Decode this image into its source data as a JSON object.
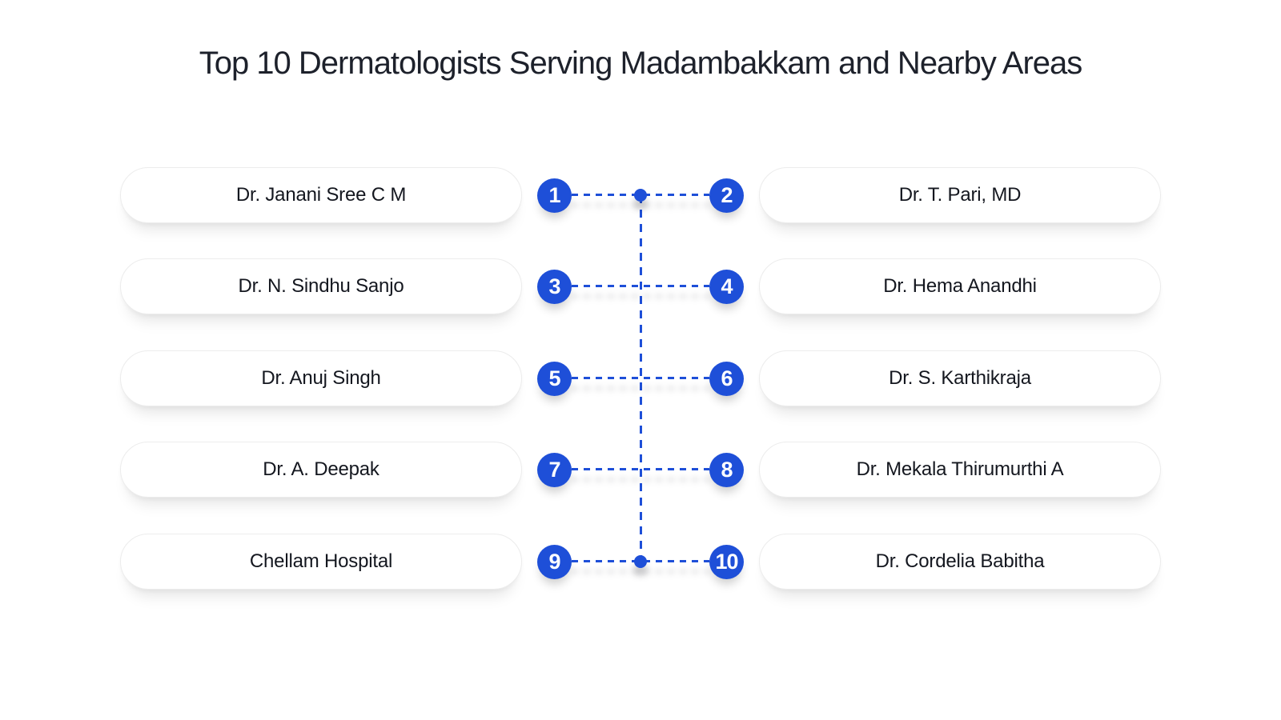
{
  "title": "Top 10 Dermatologists Serving Madambakkam and Nearby Areas",
  "colors": {
    "accent_blue": "#1e4fd8",
    "pill_border": "#ececec",
    "title_color": "#1d212b",
    "name_color": "#14171f",
    "background": "#ffffff"
  },
  "rows": [
    {
      "left": {
        "number": "1",
        "name": "Dr. Janani Sree C M"
      },
      "right": {
        "number": "2",
        "name": "Dr. T. Pari, MD"
      }
    },
    {
      "left": {
        "number": "3",
        "name": "Dr. N. Sindhu Sanjo"
      },
      "right": {
        "number": "4",
        "name": "Dr. Hema Anandhi"
      }
    },
    {
      "left": {
        "number": "5",
        "name": "Dr. Anuj Singh"
      },
      "right": {
        "number": "6",
        "name": "Dr. S. Karthikraja"
      }
    },
    {
      "left": {
        "number": "7",
        "name": "Dr. A. Deepak"
      },
      "right": {
        "number": "8",
        "name": "Dr. Mekala Thirumurthi A"
      }
    },
    {
      "left": {
        "number": "9",
        "name": "Chellam Hospital"
      },
      "right": {
        "number": "10",
        "name": "Dr. Cordelia Babitha"
      }
    }
  ]
}
